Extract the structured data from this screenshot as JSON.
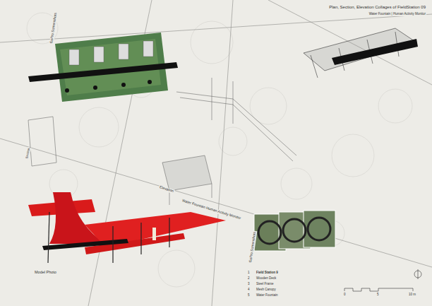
{
  "diagram": {
    "title": "Plan, Section, Elevation Collages of FieldStation 09",
    "labels": [
      "Water Fountain | Human Activity Monitor",
      "GoPro Screenshots",
      "Section",
      "Elevation",
      "Water Fountain Human Activity Monitor",
      "Model Photo",
      "GoPro Screenshots",
      "1",
      "Field Station 9",
      "2",
      "Wooden Deck",
      "3",
      "Steel Frame",
      "4",
      "Mesh Canopy",
      "5",
      "Water Fountain",
      "0",
      "5",
      "10 m"
    ]
  }
}
